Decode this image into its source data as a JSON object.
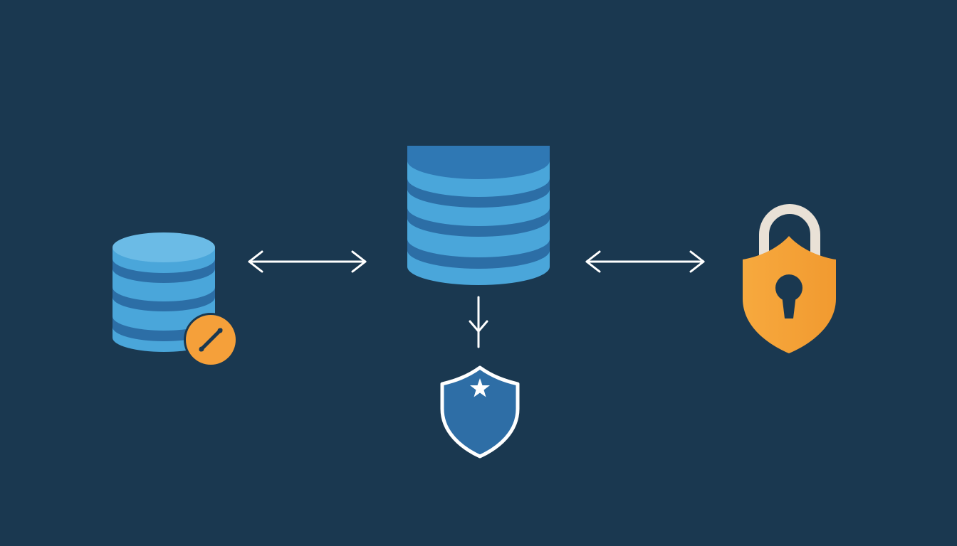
{
  "diagram": {
    "background_color": "#1a3850",
    "nodes": [
      {
        "id": "source-database",
        "icon": "database-with-edit-badge-icon"
      },
      {
        "id": "central-database",
        "icon": "database-icon"
      },
      {
        "id": "security-lock",
        "icon": "padlock-shield-icon"
      },
      {
        "id": "protection-shield",
        "icon": "shield-star-icon"
      }
    ],
    "edges": [
      {
        "from": "source-database",
        "to": "central-database",
        "direction": "bidirectional"
      },
      {
        "from": "central-database",
        "to": "security-lock",
        "direction": "bidirectional"
      },
      {
        "from": "central-database",
        "to": "protection-shield",
        "direction": "one-way"
      }
    ],
    "colors": {
      "db_light": "#4aa6da",
      "db_dark": "#2c6ea6",
      "accent_orange": "#f5a03a",
      "arrow_white": "#ffffff",
      "shield_blue": "#2e6ea6"
    }
  }
}
